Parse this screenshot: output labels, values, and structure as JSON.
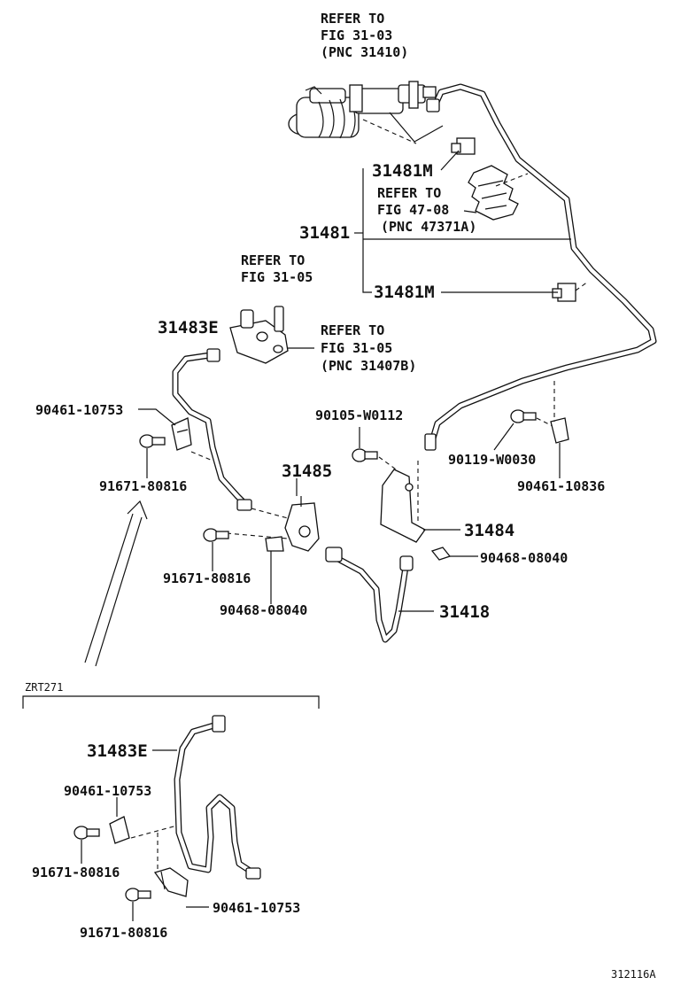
{
  "refs": {
    "top": [
      "REFER TO",
      "FIG 31-03",
      "(PNC 31410)"
    ],
    "mid_right": [
      "REFER TO",
      "FIG 47-08",
      "(PNC 47371A)"
    ],
    "left_top": [
      "REFER TO",
      "FIG 31-05"
    ],
    "right_of_valve": [
      "REFER TO",
      "FIG 31-05",
      "(PNC 31407B)"
    ]
  },
  "parts": {
    "p31481M_upper": "31481M",
    "p31481": "31481",
    "p31481M_lower": "31481M",
    "p31483E": "31483E",
    "p90461_10753": "90461-10753",
    "p91671_80816_a": "91671-80816",
    "p31485": "31485",
    "p90105_W0112": "90105-W0112",
    "p90119_W0030": "90119-W0030",
    "p90461_10836": "90461-10836",
    "p31484": "31484",
    "p90468_08040_r": "90468-08040",
    "p91671_80816_b": "91671-80816",
    "p90468_08040_l": "90468-08040",
    "p31418": "31418"
  },
  "inset": {
    "title": "ZRT271",
    "p31483E": "31483E",
    "p90461_10753_a": "90461-10753",
    "p91671_80816_a": "91671-80816",
    "p90461_10753_b": "90461-10753",
    "p91671_80816_b": "91671-80816"
  },
  "figure_id": "312116A"
}
